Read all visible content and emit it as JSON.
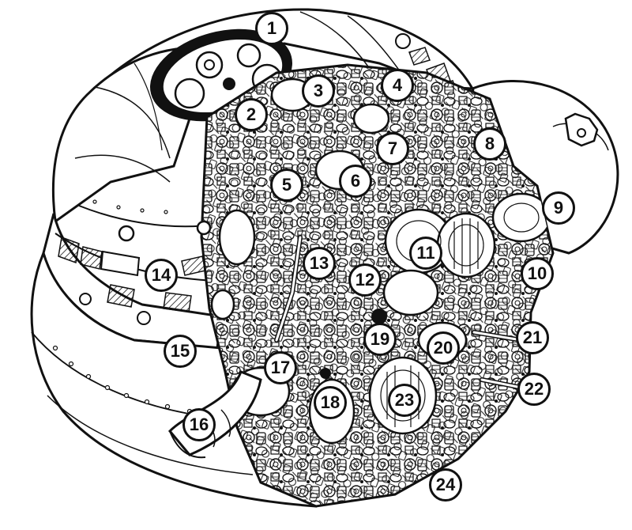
{
  "diagram": {
    "type": "cutaway-illustration",
    "subject": "spherical spacecraft module, cutaway",
    "colors": {
      "ink": "#111111",
      "paper": "#ffffff",
      "shade": "#d9d9d9"
    },
    "callouts": [
      "1",
      "2",
      "3",
      "4",
      "5",
      "6",
      "7",
      "8",
      "9",
      "10",
      "11",
      "12",
      "13",
      "14",
      "15",
      "16",
      "17",
      "18",
      "19",
      "20",
      "21",
      "22",
      "23",
      "24"
    ]
  }
}
